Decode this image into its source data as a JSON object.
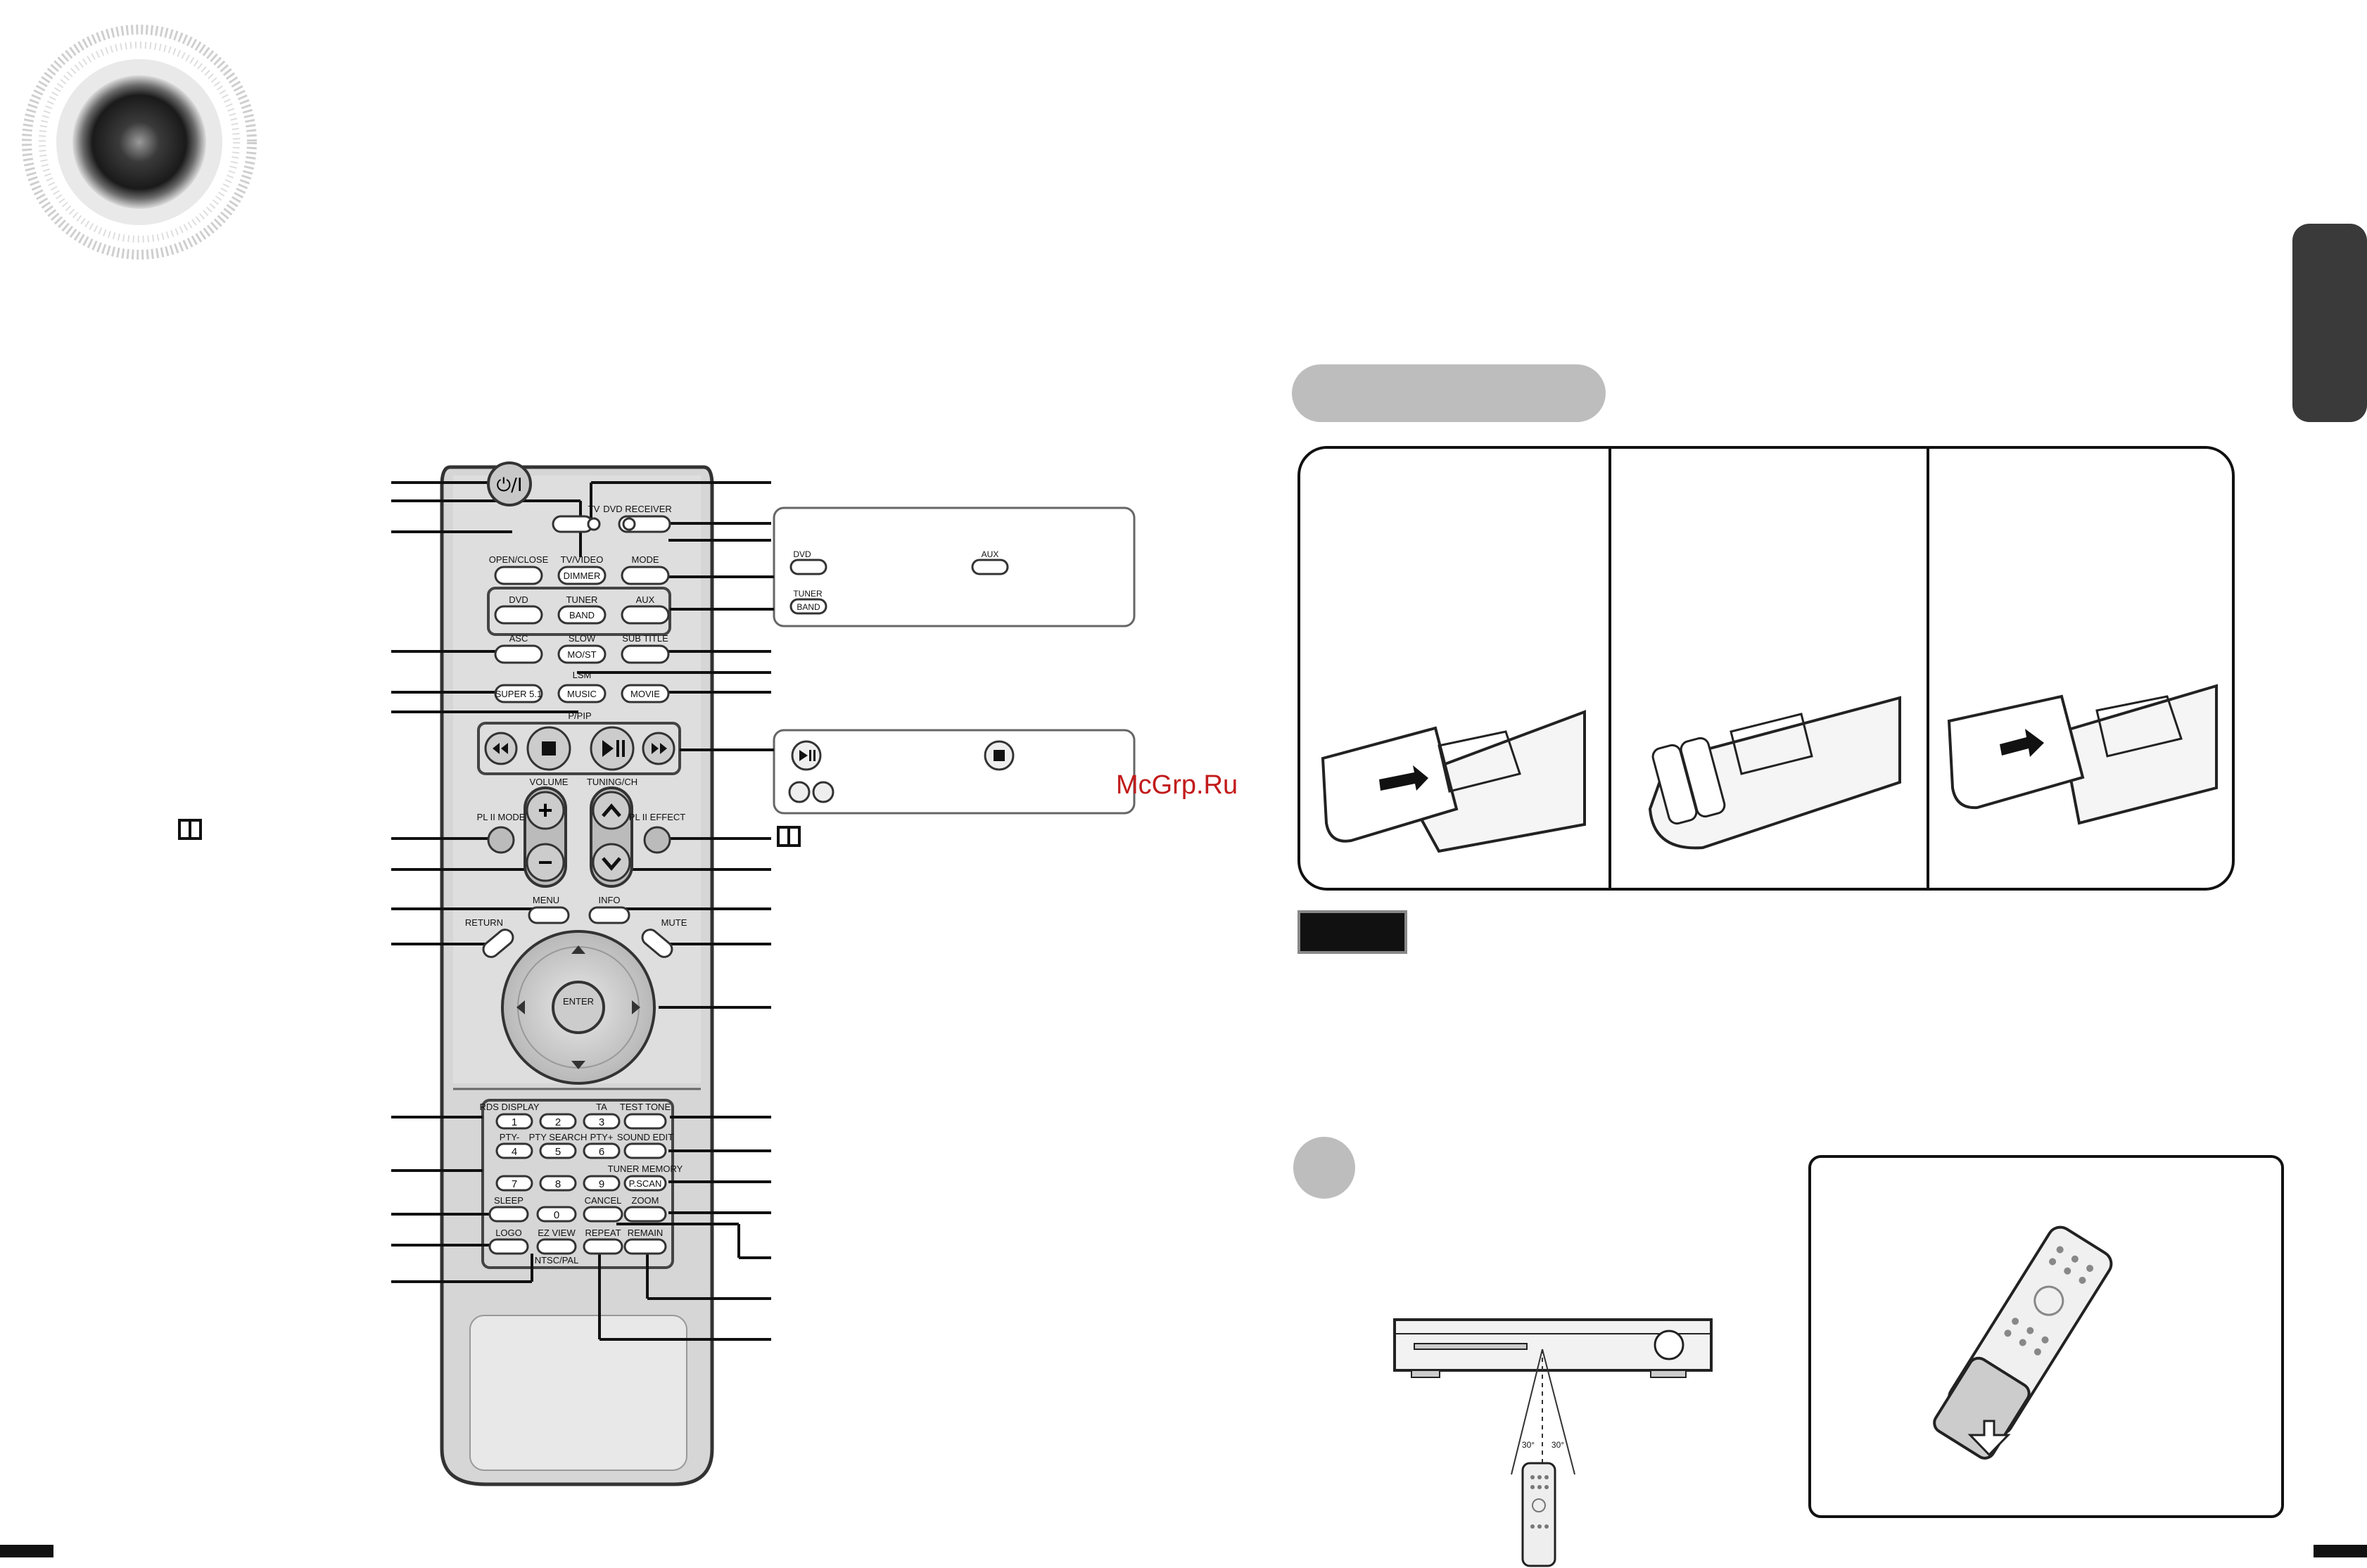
{
  "remote": {
    "indicators": {
      "tv": "TV",
      "dvd_receiver": "DVD RECEIVER"
    },
    "buttons": {
      "open_close": "OPEN/CLOSE",
      "tv_video": "TV/VIDEO",
      "dimmer": "DIMMER",
      "mode": "MODE",
      "dvd": "DVD",
      "tuner": "TUNER",
      "band": "BAND",
      "aux": "AUX",
      "asc": "ASC",
      "slow": "SLOW",
      "mo_st": "MO/ST",
      "subtitle": "SUB TITLE",
      "lsm": "LSM",
      "super51": "SUPER 5.1",
      "music": "MUSIC",
      "movie": "MOVIE",
      "pip": "P/PIP",
      "volume": "VOLUME",
      "tuning_ch": "TUNING/CH",
      "pl2_mode": "PL II MODE",
      "pl2_effect": "PL II EFFECT",
      "menu": "MENU",
      "info": "INFO",
      "return": "RETURN",
      "mute": "MUTE",
      "enter": "ENTER",
      "rds_display": "RDS DISPLAY",
      "ta": "TA",
      "test_tone": "TEST TONE",
      "pty_minus": "PTY-",
      "pty_search": "PTY SEARCH",
      "pty_plus": "PTY+",
      "sound_edit": "SOUND EDIT",
      "tuner_memory": "TUNER MEMORY",
      "p_scan": "P.SCAN",
      "sleep": "SLEEP",
      "cancel": "CANCEL",
      "zoom": "ZOOM",
      "logo": "LOGO",
      "ez_view": "EZ VIEW",
      "ntsc_pal": "NTSC/PAL",
      "repeat": "REPEAT",
      "remain": "REMAIN"
    },
    "numbers": [
      "1",
      "2",
      "3",
      "4",
      "5",
      "6",
      "7",
      "8",
      "9",
      "0"
    ]
  },
  "callouts": {
    "box1": {
      "dvd": "DVD",
      "aux": "AUX",
      "tuner": "TUNER",
      "band": "BAND"
    }
  },
  "watermark": "McGrp.Ru",
  "angles": {
    "left": "30°",
    "right": "30°"
  }
}
